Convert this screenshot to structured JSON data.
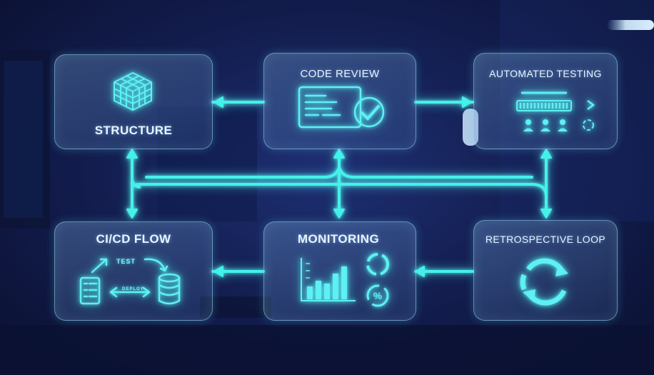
{
  "nodes": {
    "structure": {
      "label": "STRUCTURE"
    },
    "code_review": {
      "label": "CODE REVIEW"
    },
    "automated_testing": {
      "label": "AUTOMATED TESTING"
    },
    "cicd_flow": {
      "label": "CI/CD FLOW",
      "test_label": "TEST",
      "deploy_label": "DEPLOY"
    },
    "monitoring": {
      "label": "MONITORING",
      "percent_glyph": "%"
    },
    "retrospective_loop": {
      "label": "RETROSPECTIVE LOOP"
    }
  },
  "colors": {
    "connector": "#43f2e8",
    "panel_border": "#96d7f0",
    "icon": "#5ef0f2",
    "background": "#141f52"
  },
  "icons": [
    "cube-grid-icon",
    "code-check-icon",
    "progress-bar-icon",
    "users-icon",
    "chevron-right-icon",
    "cycle-icon",
    "database-icon",
    "bar-chart-icon",
    "donut-icon",
    "percent-icon",
    "refresh-loop-icon"
  ]
}
